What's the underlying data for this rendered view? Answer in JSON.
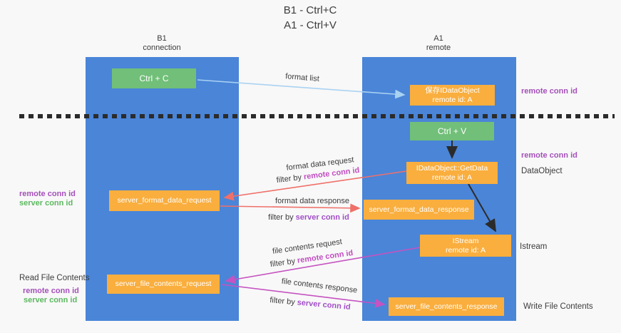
{
  "title": {
    "line1": "B1 - Ctrl+C",
    "line2": "A1 - Ctrl+V"
  },
  "columns": {
    "left": {
      "title": "B1",
      "subtitle": "connection"
    },
    "right": {
      "title": "A1",
      "subtitle": "remote"
    }
  },
  "boxes": {
    "ctrl_c": {
      "label": "Ctrl + C"
    },
    "save_idataobject": {
      "line1": "保存IDataObject",
      "line2": "remote id: A"
    },
    "ctrl_v": {
      "label": "Ctrl + V"
    },
    "getdata": {
      "line1": "IDataObject::GetData",
      "line2": "remote id: A"
    },
    "server_format_data_request": {
      "label": "server_format_data_request"
    },
    "server_format_data_response": {
      "label": "server_format_data_response"
    },
    "istream": {
      "line1": "IStream",
      "line2": "remote id: A"
    },
    "server_file_contents_request": {
      "label": "server_file_contents_request"
    },
    "server_file_contents_response": {
      "label": "server_file_contents_response"
    }
  },
  "annotations": {
    "right": {
      "remote_conn_id_top": "remote conn id",
      "remote_conn_id_mid": "remote conn id",
      "dataobject": "DataObject",
      "istream": "Istream",
      "write_file_contents": "Write File Contents"
    },
    "left": {
      "remote_conn_id_1": "remote conn id",
      "server_conn_id_1": "server conn id",
      "read_file_contents": "Read File Contents",
      "remote_conn_id_2": "remote conn id",
      "server_conn_id_2": "server conn id"
    }
  },
  "arrows": {
    "format_list": "format list",
    "format_data_request": "format data request",
    "format_data_response": "format data response",
    "file_contents_request": "file contents request",
    "file_contents_response": "file contents response",
    "filter_by": "filter by",
    "remote_conn_id": "remote conn id",
    "server_conn_id": "server conn id"
  },
  "colors": {
    "background": "#f8f8f8",
    "column_blue": "#4a85d8",
    "box_green": "#71bf78",
    "box_orange": "#f9ae3e",
    "arrow_light_blue": "#a9d2f1",
    "arrow_red": "#ef7069",
    "arrow_magenta": "#c553c1",
    "arrow_black": "#2b2b2b",
    "text_purple": "#a550bb",
    "text_green": "#5cb85f",
    "text_dark": "#3c3c3c"
  }
}
